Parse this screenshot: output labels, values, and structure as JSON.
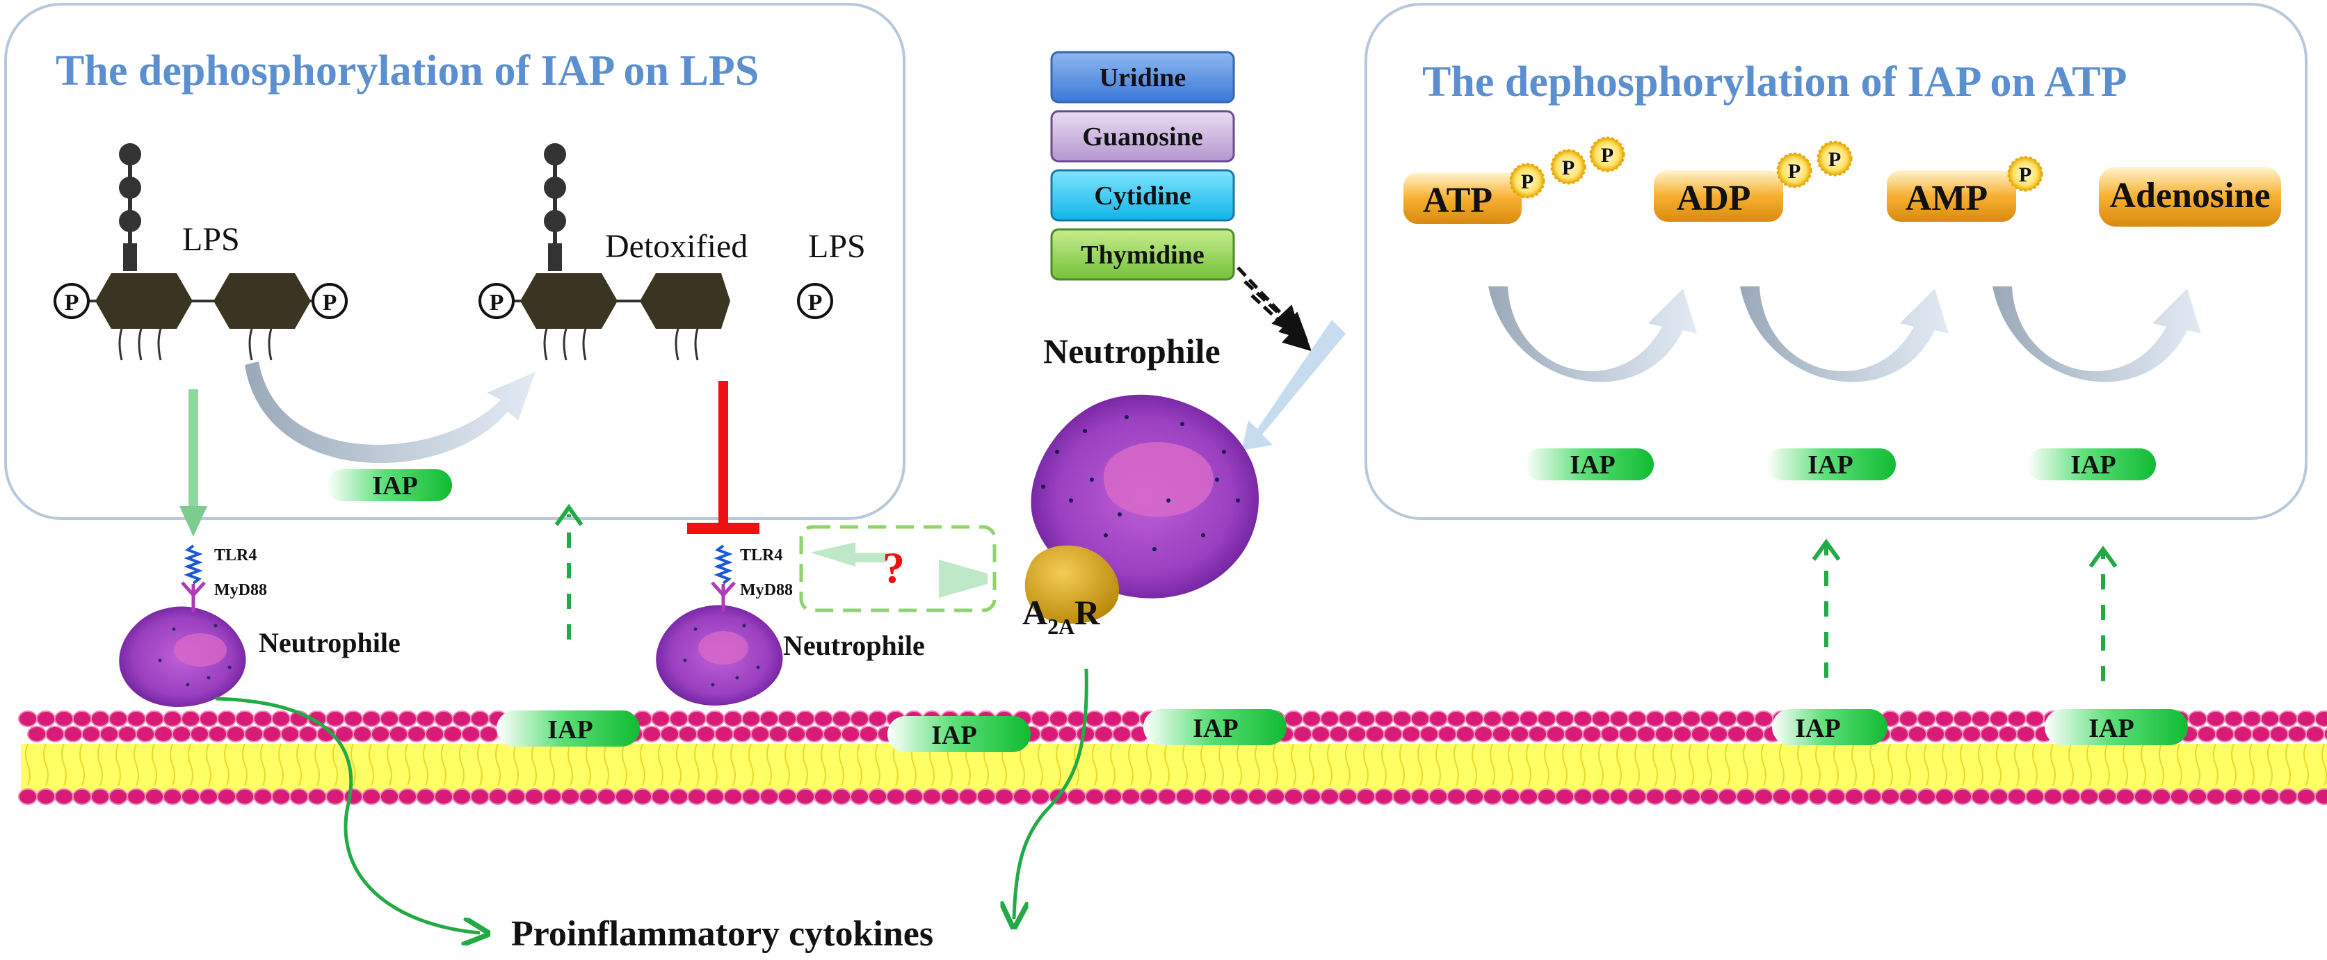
{
  "left_panel": {
    "title": "The dephosphorylation of IAP on LPS",
    "lps_label": "LPS",
    "detox_label": "Detoxified",
    "detox_lps_label": "LPS",
    "iap_label": "IAP",
    "phosphate": "P"
  },
  "right_panel": {
    "title": "The dephosphorylation of IAP on ATP",
    "nucleotides": [
      "ATP",
      "ADP",
      "AMP",
      "Adenosine"
    ],
    "iap_labels": [
      "IAP",
      "IAP",
      "IAP"
    ],
    "phosphate": "P"
  },
  "nucleosides": [
    "Uridine",
    "Guanosine",
    "Cytidine",
    "Thymidine"
  ],
  "neutrophile_center_label": "Neutrophile",
  "receptor_label": "A",
  "receptor_sub": "2A",
  "receptor_suffix": "R",
  "cell_left": {
    "tlr": "TLR4",
    "myd": "MyD88",
    "name": "Neutrophile"
  },
  "cell_mid": {
    "tlr": "TLR4",
    "myd": "MyD88",
    "name": "Neutrophile"
  },
  "question_mark": "?",
  "membrane_iap_labels": [
    "IAP",
    "IAP",
    "IAP",
    "IAP",
    "IAP"
  ],
  "cytokines_label": "Proinflammatory cytokines",
  "colors": {
    "title_blue": "#5b8fd0",
    "iap_green": "#22cc44",
    "inhibit_red": "#ee1111",
    "arrow_green": "#22aa44",
    "membrane_pink": "#d81b77",
    "lipid_yellow": "#ffff66",
    "nucleotide_orange": "#f5a623"
  }
}
